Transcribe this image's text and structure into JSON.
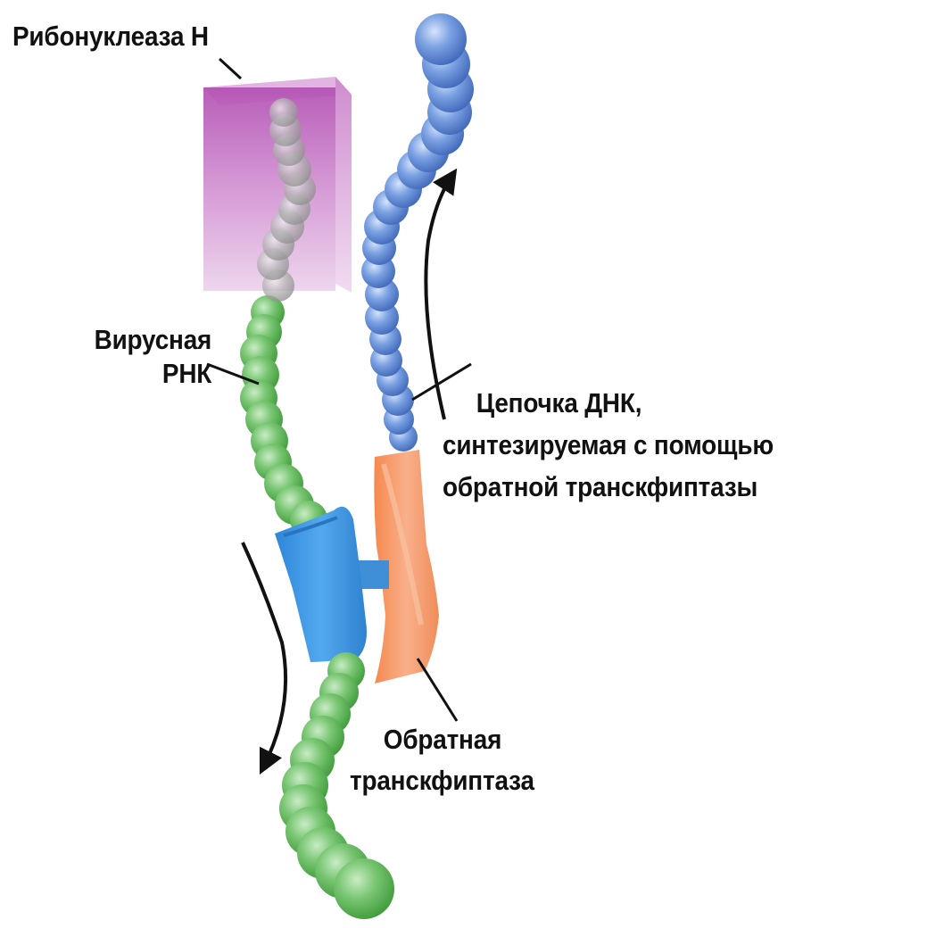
{
  "labels": {
    "rnase_h": "Рибонуклеаза Н",
    "viral_rna": [
      "Вирусная",
      "РНК"
    ],
    "dna_strand": [
      "Цепочка ДНК,",
      "синтезируемая с помощью",
      "обратной транскфиптазы"
    ],
    "reverse_transcriptase": [
      "Обратная",
      "транскфиптаза"
    ]
  },
  "colors": {
    "rna": "#6fbf6a",
    "dna": "#6f97d9",
    "rnase_h": "#c877c8",
    "rt_blue": "#3f97e3",
    "rt_orange": "#f7a074",
    "line": "#111111"
  }
}
